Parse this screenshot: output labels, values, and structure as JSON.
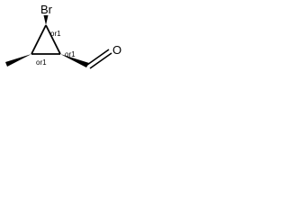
{
  "molecule": {
    "atoms": {
      "bromine": "Br",
      "oxygen": "O"
    },
    "stereo_labels": {
      "c_br": "or1",
      "c_cho": "or1",
      "c_me": "or1"
    },
    "colors": {
      "bond": "#000000",
      "text": "#000000",
      "background": "#ffffff"
    }
  }
}
